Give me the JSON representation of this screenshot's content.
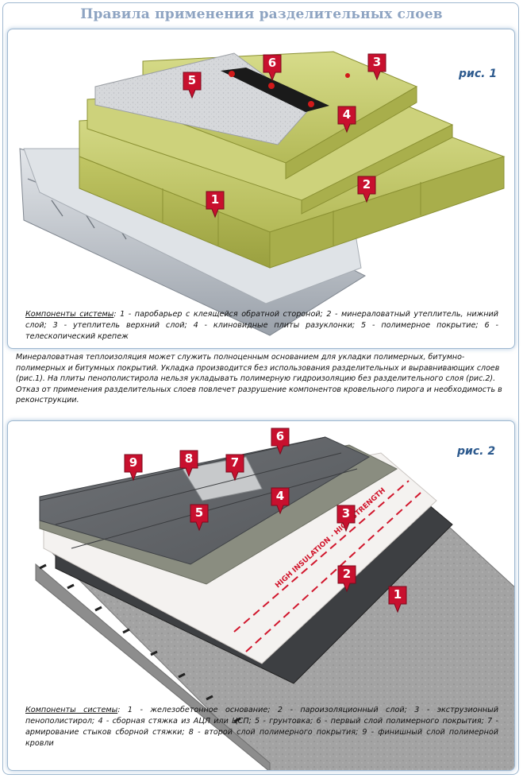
{
  "title": "Правила применения разделительных слоев",
  "figure1": {
    "label": "рис. 1",
    "markers": [
      "1",
      "2",
      "3",
      "4",
      "5",
      "6"
    ],
    "caption_lead": "Компоненты системы",
    "caption_rest": ": 1 - паробарьер с клеящейся обратной стороной; 2 - минераловатный утеплитель, нижний слой; 3 - утеплитель верхний слой; 4 - клиновидные плиты разуклонки; 5 - полимерное покрытие; 6 - телескопический крепеж"
  },
  "middle_text": "Минераловатная теплоизоляция может служить полноценным основанием для укладки полимерных, битумно-полимерных и битумных покрытий. Укладка производится без использования разделительных и выравнивающих слоев (рис.1). На плиты пенополистирола нельзя укладывать полимерную гидроизоляцию без разделительного слоя (рис.2). Отказ от применения разделительных слоев повлечет разрушение компонентов кровельного пирога и необходимость в реконструкции.",
  "figure2": {
    "label": "рис. 2",
    "markers": [
      "1",
      "2",
      "3",
      "4",
      "5",
      "6",
      "7",
      "8",
      "9"
    ],
    "board_text": "HIGH INSULATION · HIGH STRENGTH",
    "caption_lead": "Компоненты системы",
    "caption_rest": ": 1 - железобетонное основание; 2 - пароизоляционный слой; 3 - экструзионный пенополистирол; 4 - сборная стяжка из АЦЛ или ЦСП; 5 - грунтовка; 6 - первый слой полимерного покрытия; 7 - армирование стыков сборной стяжки; 8 - второй слой полимерного покрытия; 9 - финишный слой полимерной кровли"
  },
  "colors": {
    "accent": "#2d5a8e",
    "title": "#8ea4c2",
    "marker": "#c8102e",
    "wool": "#c9cf72",
    "concrete": "#9d9d9d"
  }
}
